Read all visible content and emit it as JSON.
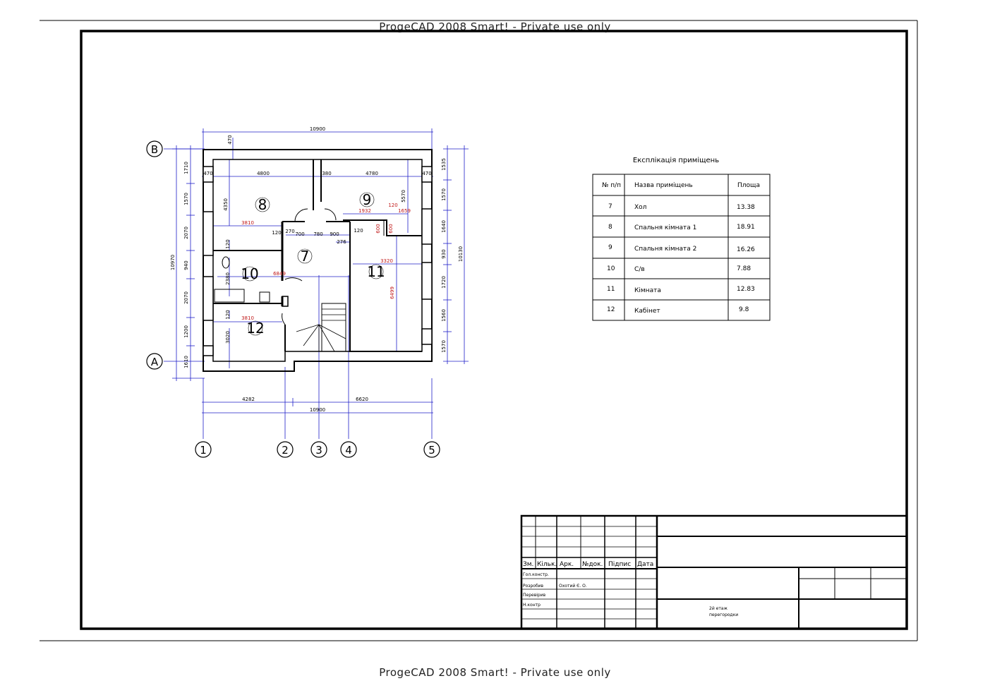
{
  "watermark": "ProgeCAD 2008 Smart! - Private use only",
  "colors": {
    "dim": "#1f1fc8",
    "dim_red": "#c01818",
    "wall": "#000000"
  },
  "axes": {
    "rows": [
      "В",
      "А"
    ],
    "columns": [
      "1",
      "2",
      "3",
      "4",
      "5"
    ]
  },
  "rooms": [
    {
      "id": "8",
      "name": "Спальня кімната 1",
      "area": "18.91"
    },
    {
      "id": "9",
      "name": "Спальня кімната 2",
      "area": "16.26"
    },
    {
      "id": "7",
      "name": "Хол",
      "area": "13.38"
    },
    {
      "id": "10",
      "name": "С/в",
      "area": "7.88"
    },
    {
      "id": "11",
      "name": "Кімната",
      "area": "12.83"
    },
    {
      "id": "12",
      "name": "Кабінет",
      "area": "9.8"
    }
  ],
  "dims": {
    "top_total": "10900",
    "top_470": "470",
    "top_470a": "470",
    "top_4800": "4800",
    "top_380": "380",
    "top_4780": "4780",
    "top_470b": "470",
    "bottom_4282": "4282",
    "bottom_6620": "6620",
    "bottom_total": "10900",
    "left_total": "10970",
    "left_1710": "1710",
    "left_1570": "1570",
    "left_2070": "2070",
    "left_940": "940",
    "left_2070b": "2070",
    "left_1200": "1200",
    "left_1610": "1610",
    "right_total": "10130",
    "right_1535": "1535",
    "right_1570": "1570",
    "right_1640": "1640",
    "right_930": "930",
    "right_1720": "1720",
    "right_1560": "1560",
    "right_1570b": "1570",
    "in_4350": "4350",
    "in_3810a": "3810",
    "in_120a": "120",
    "in_270": "270",
    "in_700": "700",
    "in_780": "780",
    "in_900": "900",
    "in_276": "276",
    "in_120b": "120",
    "in_5570": "5570",
    "in_1932": "1932",
    "in_120c": "120",
    "in_1659": "1659",
    "in_600a": "600",
    "in_600b": "600",
    "in_120d": "120",
    "in_2380": "2380",
    "in_120e": "120",
    "in_3810b": "3810",
    "in_3020": "3020",
    "in_3320": "3320",
    "in_6849": "6849",
    "in_6499": "6499"
  },
  "explication": {
    "title": "Експлікація приміщень",
    "headers": [
      "№ п/п",
      "Назва приміщень",
      "Площа"
    ],
    "rows": [
      [
        "7",
        "Хол",
        "13.38"
      ],
      [
        "8",
        "Спальня кімната 1",
        "18.91"
      ],
      [
        "9",
        "Спальня кімната 2",
        "16.26"
      ],
      [
        "10",
        "С/в",
        "7.88"
      ],
      [
        "11",
        "Кімната",
        "12.83"
      ],
      [
        "12",
        "Кабінет",
        "9.8"
      ]
    ]
  },
  "title_block": {
    "header_cols": [
      "Зм.",
      "Кільк.",
      "Арк.",
      "№док.",
      "Підпис",
      "Дата"
    ],
    "roles": [
      "Гол.констр.",
      "Розробив",
      "Перевірив",
      "Н.контр"
    ],
    "developer_name": "Охотий Є. О.",
    "sheet_title_1": "2й етаж",
    "sheet_title_2": "перегородки"
  }
}
